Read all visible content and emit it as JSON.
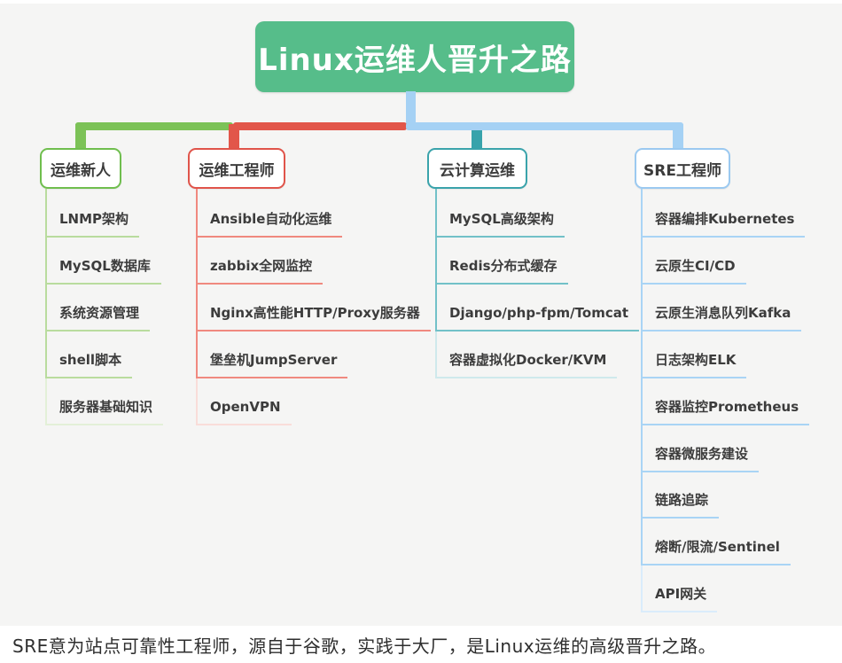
{
  "root": {
    "label": "Linux运维人晋升之路"
  },
  "caption": "SRE意为站点可靠性工程师，源自于谷歌，实践于大厂，是Linux运维的高级晋升之路。",
  "colors": {
    "background": "#f5f5f4",
    "caption_bg": "#ffffff",
    "caption_text": "#2e2e2e",
    "root_fill": "#56bd8a",
    "root_text": "#ffffff",
    "root_stem": "#a5d1f4",
    "node_text": "#3c3c3c"
  },
  "branches": [
    {
      "id": "branch-ops-newbie",
      "label": "运维新人",
      "border_color": "#6fbe4e",
      "connector_color": "#7cc257",
      "child_line_color": "#b9dc9e",
      "child_line_fade": "#e3f0d8",
      "children": [
        "LNMP架构",
        "MySQL数据库",
        "系统资源管理",
        "shell脚本",
        "服务器基础知识"
      ]
    },
    {
      "id": "branch-ops-engineer",
      "label": "运维工程师",
      "border_color": "#e0544a",
      "connector_color": "#e2564a",
      "child_line_color": "#f0897f",
      "child_line_fade": "#f9ddd9",
      "children": [
        "Ansible自动化运维",
        "zabbix全网监控",
        "Nginx高性能HTTP/Proxy服务器",
        "堡垒机JumpServer",
        "OpenVPN"
      ]
    },
    {
      "id": "branch-cloud-ops",
      "label": "云计算运维",
      "border_color": "#3aa3ab",
      "connector_color": "#38a3ab",
      "child_line_color": "#72c1c8",
      "child_line_fade": "#cfe9ec",
      "children": [
        "MySQL高级架构",
        "Redis分布式缓存",
        "Django/php-fpm/Tomcat",
        "容器虚拟化Docker/KVM"
      ]
    },
    {
      "id": "branch-sre-engineer",
      "label": "SRE工程师",
      "border_color": "#9bc9f0",
      "connector_color": "#a5d1f4",
      "child_line_color": "#a9d4f5",
      "child_line_fade": "#daecfb",
      "children": [
        "容器编排Kubernetes",
        "云原生CI/CD",
        "云原生消息队列Kafka",
        "日志架构ELK",
        "容器监控Prometheus",
        "容器微服务建设",
        "链路追踪",
        "熔断/限流/Sentinel",
        "API网关"
      ]
    }
  ]
}
